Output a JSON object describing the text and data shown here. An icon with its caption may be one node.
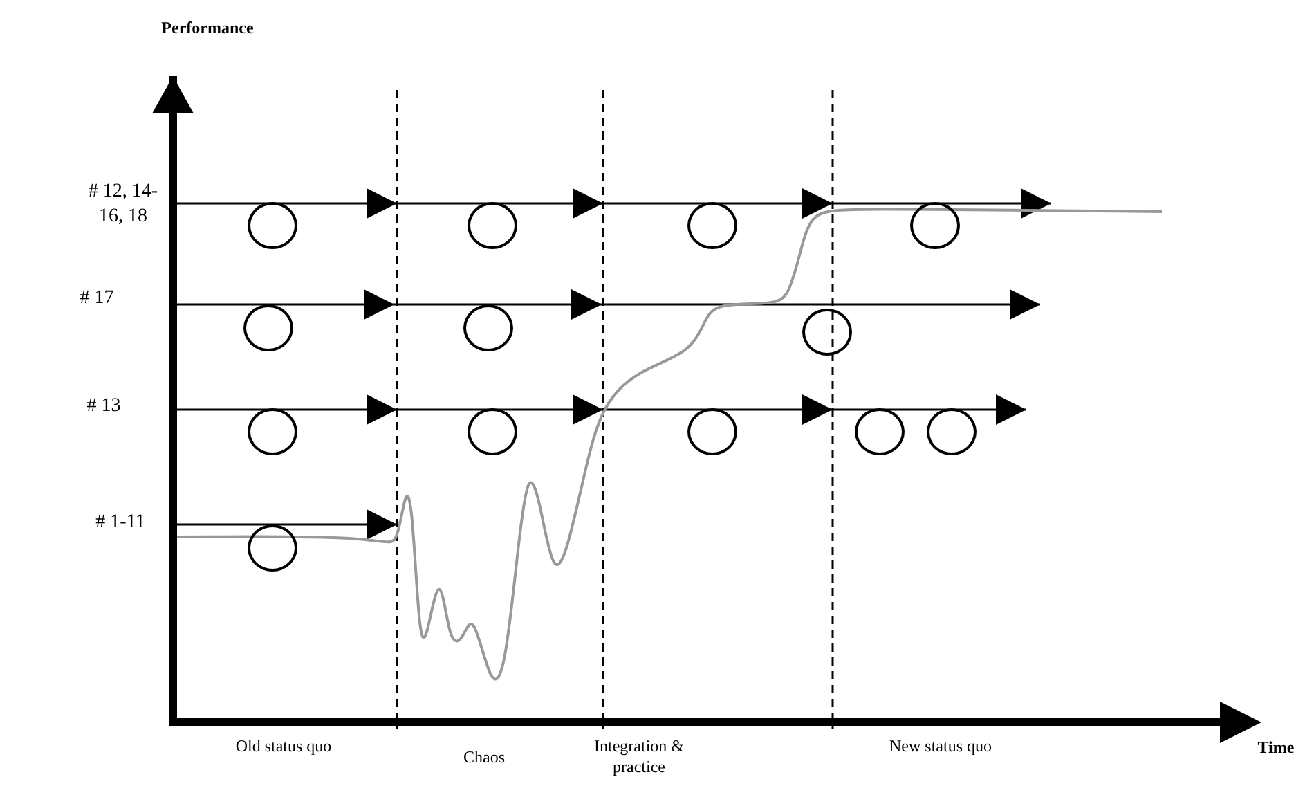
{
  "diagram": {
    "nodes": [
      {
        "text": [],
        "shape": "circle"
      },
      {
        "text": [],
        "shape": "circle"
      },
      {
        "text": [],
        "shape": "circle"
      },
      {
        "text": [],
        "shape": "circle"
      },
      {
        "text": [],
        "shape": "circle"
      },
      {
        "text": [],
        "shape": "circle"
      },
      {
        "text": [],
        "shape": "circle"
      },
      {
        "text": [],
        "shape": "circle"
      },
      {
        "text": [],
        "shape": "circle"
      },
      {
        "text": [],
        "shape": "circle"
      },
      {
        "text": [],
        "shape": "circle"
      },
      {
        "text": [],
        "shape": "circle"
      },
      {
        "text": [],
        "shape": "circle"
      }
    ],
    "labels": [
      "Performance",
      "# 12, 14-16, 18",
      "# 17",
      "# 13",
      "# 1-11",
      "Time",
      "Old status quo",
      "Chaos",
      "Integration & practice",
      "New status quo"
    ]
  }
}
